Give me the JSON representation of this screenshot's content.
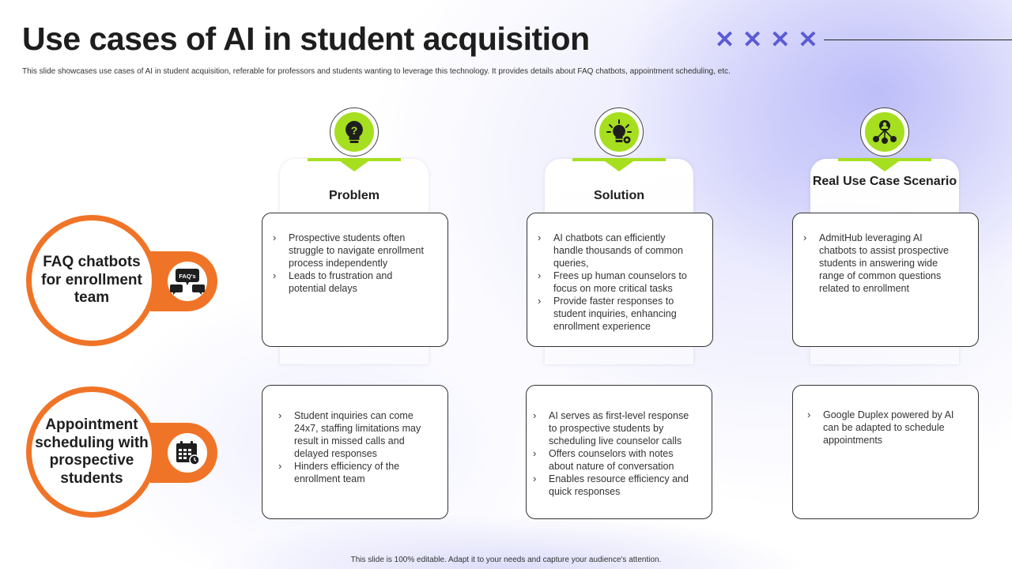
{
  "title": "Use cases of AI in student acquisition",
  "subtitle": "This slide showcases use cases of AI in student acquisition, referable for professors and students wanting to leverage this technology. It provides details about FAQ chatbots, appointment scheduling, etc.",
  "decor_marks": [
    "✕",
    "✕",
    "✕",
    "✕"
  ],
  "columns": [
    {
      "label": "Problem",
      "icon": "question-lightbulb-icon"
    },
    {
      "label": "Solution",
      "icon": "lightbulb-gears-icon"
    },
    {
      "label": "Real Use Case Scenario",
      "icon": "network-person-icon"
    }
  ],
  "rows": [
    {
      "label": "FAQ chatbots for enrollment team",
      "icon": "faq-chat-icon",
      "cells": [
        [
          "Prospective students often struggle to navigate enrollment process independently",
          "Leads to frustration and potential delays"
        ],
        [
          "AI chatbots can efficiently handle thousands of common queries,",
          "Frees up human counselors to focus on more critical tasks",
          "Provide faster responses to student inquiries, enhancing enrollment experience"
        ],
        [
          "AdmitHub leveraging AI chatbots to assist prospective students in answering wide range of common questions related to enrollment"
        ]
      ]
    },
    {
      "label": "Appointment scheduling with prospective students",
      "icon": "calendar-clock-icon",
      "cells": [
        [
          "Student inquiries can come 24x7, staffing limitations may result in missed calls and delayed responses",
          "Hinders efficiency of the enrollment team"
        ],
        [
          "AI serves as first-level response to prospective students by scheduling live counselor calls",
          "Offers counselors with notes about nature of conversation",
          "Enables resource efficiency and quick responses"
        ],
        [
          "Google Duplex powered by AI can be adapted to schedule appointments"
        ]
      ]
    }
  ],
  "footer": "This slide is 100% editable. Adapt it to your needs and capture your audience's attention.",
  "colors": {
    "accent_green": "#a6df1f",
    "accent_orange": "#f07427",
    "accent_purple": "#5b5bd6"
  }
}
